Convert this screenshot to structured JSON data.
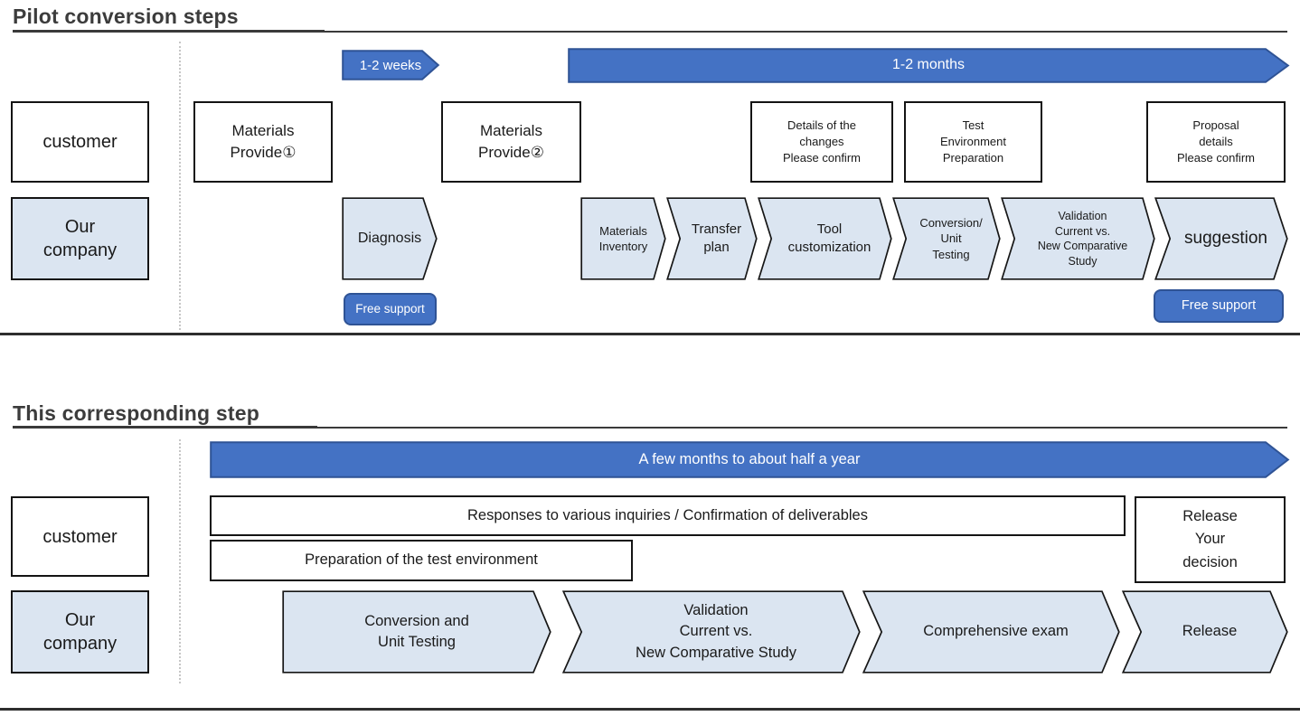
{
  "colors": {
    "accent_blue": "#4472C4",
    "accent_blue_border": "#2F5395",
    "light_blue": "#DBE5F1"
  },
  "pilot": {
    "title": "Pilot conversion steps",
    "duration_short_label": "1-2 weeks",
    "duration_long_label": "1-2 months",
    "customer_label": "customer",
    "company_label": "Our\ncompany",
    "customer_steps": {
      "materials_provide_1": "Materials\nProvide①",
      "materials_provide_2": "Materials\nProvide②",
      "details_changes": "Details of the\nchanges\nPlease confirm",
      "test_env": "Test\nEnvironment\nPreparation",
      "proposal": "Proposal\ndetails\nPlease confirm"
    },
    "company_steps": {
      "diagnosis": "Diagnosis",
      "materials_inventory": "Materials\nInventory",
      "transfer_plan": "Transfer\nplan",
      "tool_customization": "Tool\ncustomization",
      "conversion_unit_testing": "Conversion/\nUnit\nTesting",
      "validation": "Validation\nCurrent vs.\nNew Comparative\nStudy",
      "suggestion": "suggestion"
    },
    "free_support_left": "Free support",
    "free_support_right": "Free support"
  },
  "current": {
    "title": "This corresponding step",
    "duration_label": "A few months to about half a year",
    "customer_label": "customer",
    "company_label": "Our\ncompany",
    "customer_steps": {
      "responses": "Responses to various inquiries / Confirmation of deliverables",
      "preparation": "Preparation of the test environment",
      "release_decision": "Release\nYour\ndecision"
    },
    "company_steps": {
      "conversion_unit_testing": "Conversion and\nUnit Testing",
      "validation": "Validation\nCurrent vs.\nNew Comparative Study",
      "comprehensive_exam": "Comprehensive exam",
      "release": "Release"
    }
  }
}
